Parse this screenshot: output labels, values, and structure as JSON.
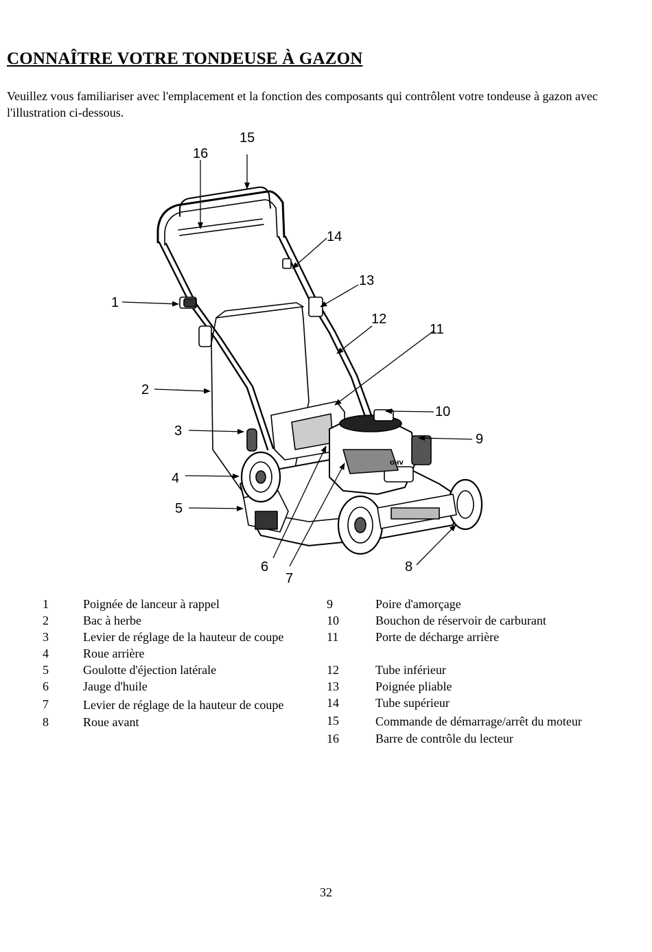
{
  "title": "CONNAÎTRE VOTRE TONDEUSE À GAZON",
  "intro": "Veuillez vous familiariser avec l'emplacement et la fonction des composants qui contrôlent votre tondeuse à gazon avec l'illustration ci-dessous.",
  "callouts": [
    "1",
    "2",
    "3",
    "4",
    "5",
    "6",
    "7",
    "8",
    "9",
    "10",
    "11",
    "12",
    "13",
    "14",
    "15",
    "16"
  ],
  "parts_left": [
    {
      "num": "1",
      "label": "Poignée de lanceur à rappel"
    },
    {
      "num": "2",
      "label": "Bac à herbe"
    },
    {
      "num": "3",
      "label": "Levier de réglage de la hauteur de coupe"
    },
    {
      "num": "4",
      "label": "Roue arrière"
    },
    {
      "num": "5",
      "label": "Goulotte d'éjection latérale"
    },
    {
      "num": "6",
      "label": "Jauge d'huile"
    },
    {
      "num": "7",
      "label": "Levier de réglage de la hauteur de coupe"
    },
    {
      "num": "8",
      "label": "Roue avant"
    }
  ],
  "parts_right": [
    {
      "num": "9",
      "label": "Poire d'amorçage"
    },
    {
      "num": "10",
      "label": "Bouchon de réservoir de carburant"
    },
    {
      "num": "11",
      "label": "Porte de décharge arrière"
    },
    {
      "num": "12",
      "label": "Tube inférieur"
    },
    {
      "num": "13",
      "label": "Poignée pliable"
    },
    {
      "num": "14",
      "label": "Tube supérieur"
    },
    {
      "num": "15",
      "label": "Commande de démarrage/arrêt du moteur"
    },
    {
      "num": "16",
      "label": "Barre de contrôle du lecteur"
    }
  ],
  "engine_logo": "OHV",
  "page_number": "32"
}
